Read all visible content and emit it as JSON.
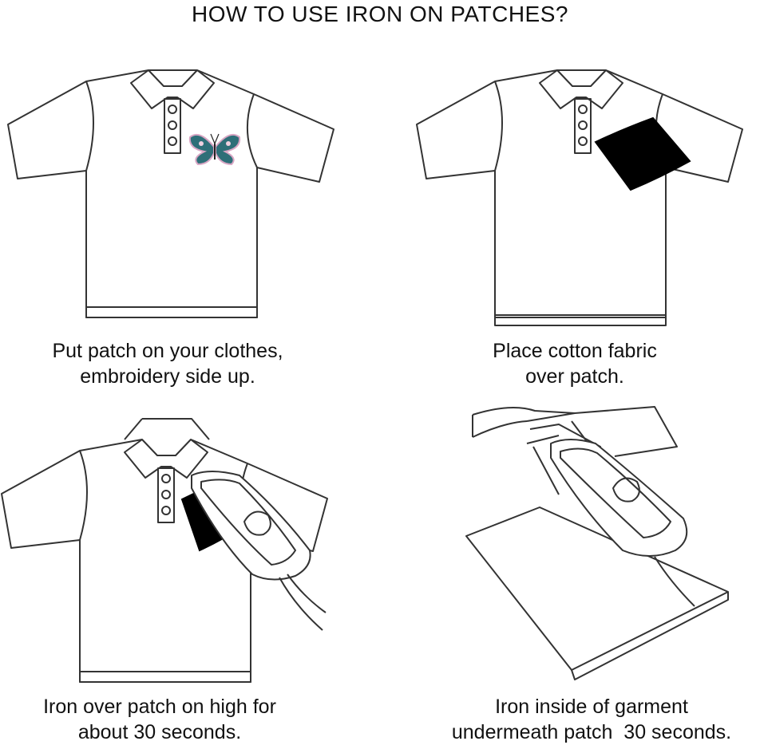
{
  "title": "HOW TO USE IRON ON PATCHES?",
  "steps": [
    {
      "line1": "Put patch on your clothes,",
      "line2": "embroidery side up."
    },
    {
      "line1": "Place cotton fabric",
      "line2": "over patch."
    },
    {
      "line1": "Iron over patch on high for",
      "line2": "about 30 seconds."
    },
    {
      "line1": "Iron inside of garment",
      "line2": "undermeath patch  30 seconds."
    }
  ],
  "colors": {
    "line": "#333333",
    "patch_fabric": "#000000",
    "butterfly": "#2e6f78"
  }
}
